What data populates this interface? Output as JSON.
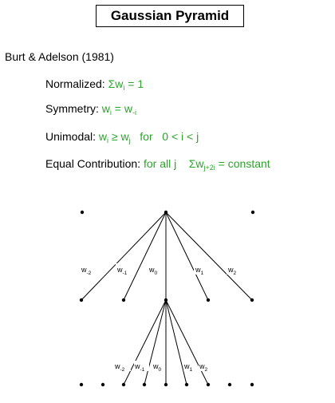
{
  "title": "Gaussian Pyramid",
  "citation": "Burt & Adelson (1981)",
  "properties": [
    {
      "label": "Normalized:",
      "expr_pre": "Σw",
      "expr_sub": "i",
      "expr_post": " = 1",
      "extra_pre": "",
      "extra_sub": "",
      "extra_post": ""
    },
    {
      "label": "Symmetry:",
      "expr_pre": "w",
      "expr_sub": "i",
      "expr_post": " = w",
      "extra_pre": "",
      "extra_sub": "-i",
      "extra_post": ""
    },
    {
      "label": "Unimodal:",
      "expr_pre": "w",
      "expr_sub": "i",
      "expr_post": " ≥ w",
      "extra_pre": "",
      "extra_sub": "j",
      "extra_post": "   for   0 < i < j"
    },
    {
      "label": "Equal Contribution:",
      "expr_pre": "for all j    Σw",
      "expr_sub": "j+2i",
      "expr_post": " = constant",
      "extra_pre": "",
      "extra_sub": "",
      "extra_post": ""
    }
  ],
  "weights_upper": [
    {
      "base": "w",
      "sub": "-2"
    },
    {
      "base": "w",
      "sub": "-1"
    },
    {
      "base": "w",
      "sub": "0"
    },
    {
      "base": "w",
      "sub": "1"
    },
    {
      "base": "w",
      "sub": "2"
    }
  ],
  "weights_lower": [
    {
      "base": "w",
      "sub": "-2"
    },
    {
      "base": "w",
      "sub": "-1"
    },
    {
      "base": "w",
      "sub": "0"
    },
    {
      "base": "w",
      "sub": "1"
    },
    {
      "base": "w",
      "sub": "2"
    }
  ],
  "colors": {
    "accent": "#2aa52a",
    "text": "#000000"
  }
}
